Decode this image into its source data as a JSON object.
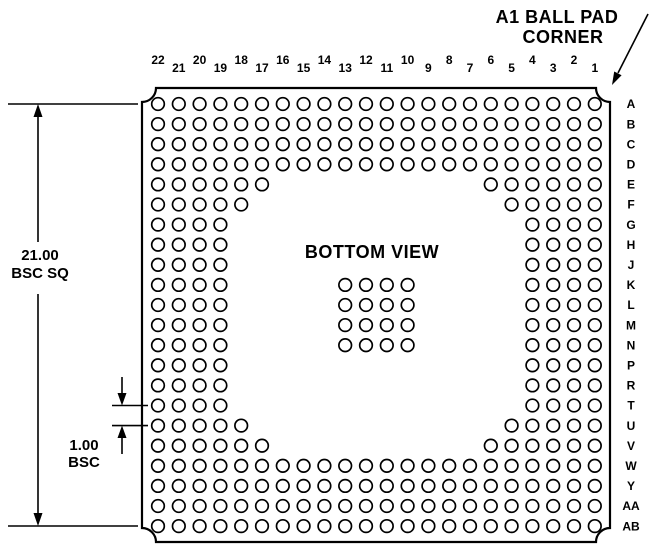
{
  "diagram": {
    "a1_note_line1": "A1 BALL PAD",
    "a1_note_line2": "CORNER",
    "center_label": "BOTTOM VIEW",
    "square_dim_line1": "21.00",
    "square_dim_line2": "BSC SQ",
    "pitch_dim_line1": "1.00",
    "pitch_dim_line2": "BSC",
    "column_labels": [
      "22",
      "21",
      "20",
      "19",
      "18",
      "17",
      "16",
      "15",
      "14",
      "13",
      "12",
      "11",
      "10",
      "9",
      "8",
      "7",
      "6",
      "5",
      "4",
      "3",
      "2",
      "1"
    ],
    "row_labels": [
      "A",
      "B",
      "C",
      "D",
      "E",
      "F",
      "G",
      "H",
      "J",
      "K",
      "L",
      "M",
      "N",
      "P",
      "R",
      "T",
      "U",
      "V",
      "W",
      "Y",
      "AA",
      "AB"
    ],
    "grid_size": {
      "rows": 22,
      "cols": 22
    },
    "ball_pattern": [
      {
        "rows": [
          1,
          4
        ],
        "cols": [
          [
            1,
            22
          ]
        ]
      },
      {
        "rows": [
          5,
          5
        ],
        "cols": [
          [
            1,
            6
          ],
          [
            17,
            22
          ]
        ]
      },
      {
        "rows": [
          6,
          6
        ],
        "cols": [
          [
            1,
            5
          ],
          [
            18,
            22
          ]
        ]
      },
      {
        "rows": [
          7,
          16
        ],
        "cols": [
          [
            1,
            4
          ],
          [
            19,
            22
          ]
        ]
      },
      {
        "rows": [
          10,
          13
        ],
        "cols": [
          [
            10,
            13
          ]
        ]
      },
      {
        "rows": [
          17,
          17
        ],
        "cols": [
          [
            1,
            5
          ],
          [
            18,
            22
          ]
        ]
      },
      {
        "rows": [
          18,
          18
        ],
        "cols": [
          [
            1,
            6
          ],
          [
            17,
            22
          ]
        ]
      },
      {
        "rows": [
          19,
          22
        ],
        "cols": [
          [
            1,
            22
          ]
        ]
      }
    ],
    "colors": {
      "line": "#000000",
      "background": "#ffffff"
    }
  }
}
